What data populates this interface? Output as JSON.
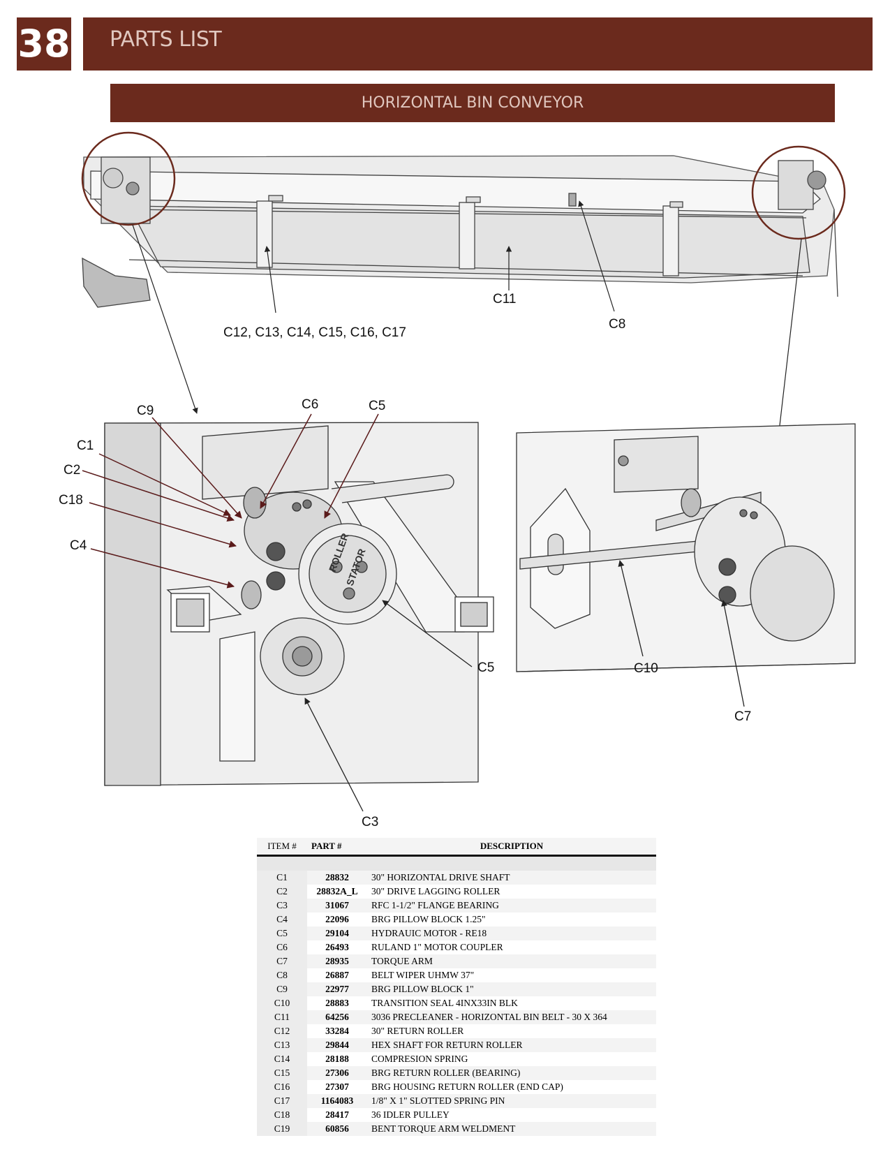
{
  "page": {
    "number": "38",
    "title": "PARTS LIST",
    "section": "HORIZONTAL BIN CONVEYOR"
  },
  "callouts": {
    "c11": "C11",
    "c8": "C8",
    "c12_17": "C12, C13, C14, C15, C16, C17",
    "c9": "C9",
    "c6": "C6",
    "c5a": "C5",
    "c1": "C1",
    "c2": "C2",
    "c18": "C18",
    "c4": "C4",
    "c5b": "C5",
    "c3": "C3",
    "c10": "C10",
    "c7": "C7",
    "motor_label_1": "ROLLER",
    "motor_label_2": "STATOR"
  },
  "table": {
    "headers": {
      "item": "ITEM #",
      "part": "PART #",
      "description": "DESCRIPTION"
    },
    "rows": [
      {
        "item": "C1",
        "part": "28832",
        "description": "30\" HORIZONTAL DRIVE SHAFT"
      },
      {
        "item": "C2",
        "part": "28832A_L",
        "description": "30\" DRIVE LAGGING ROLLER"
      },
      {
        "item": "C3",
        "part": "31067",
        "description": "RFC 1-1/2\" FLANGE BEARING"
      },
      {
        "item": "C4",
        "part": "22096",
        "description": "BRG PILLOW BLOCK 1.25\""
      },
      {
        "item": "C5",
        "part": "29104",
        "description": "HYDRAUIC MOTOR - RE18"
      },
      {
        "item": "C6",
        "part": "26493",
        "description": "RULAND 1\" MOTOR COUPLER"
      },
      {
        "item": "C7",
        "part": "28935",
        "description": "TORQUE ARM"
      },
      {
        "item": "C8",
        "part": "26887",
        "description": "BELT WIPER UHMW 37\""
      },
      {
        "item": "C9",
        "part": "22977",
        "description": "BRG PILLOW BLOCK 1\""
      },
      {
        "item": "C10",
        "part": "28883",
        "description": "TRANSITION SEAL 4INX33IN BLK"
      },
      {
        "item": "C11",
        "part": "64256",
        "description": "3036 PRECLEANER - HORIZONTAL BIN BELT - 30 X 364"
      },
      {
        "item": "C12",
        "part": "33284",
        "description": "30\" RETURN ROLLER"
      },
      {
        "item": "C13",
        "part": "29844",
        "description": "HEX SHAFT FOR RETURN ROLLER"
      },
      {
        "item": "C14",
        "part": "28188",
        "description": "COMPRESION SPRING"
      },
      {
        "item": "C15",
        "part": "27306",
        "description": "BRG RETURN ROLLER (BEARING)"
      },
      {
        "item": "C16",
        "part": "27307",
        "description": "BRG HOUSING RETURN ROLLER (END CAP)"
      },
      {
        "item": "C17",
        "part": "1164083",
        "description": "1/8\" X 1\" SLOTTED SPRING PIN"
      },
      {
        "item": "C18",
        "part": "28417",
        "description": "36 IDLER PULLEY"
      },
      {
        "item": "C19",
        "part": "60856",
        "description": "BENT TORQUE ARM WELDMENT"
      }
    ]
  }
}
